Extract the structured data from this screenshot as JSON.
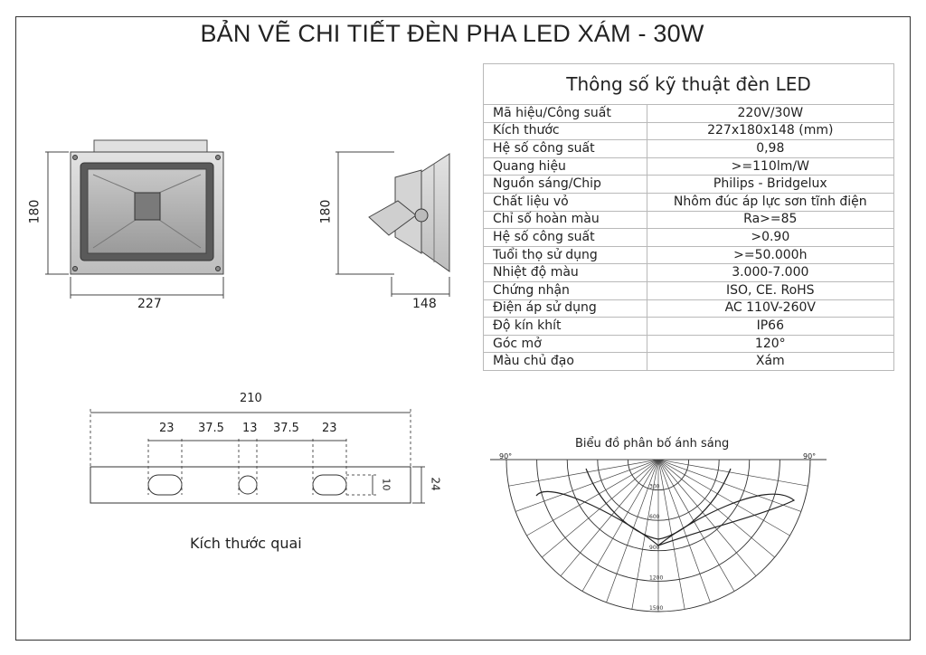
{
  "title": "BẢN VẼ CHI TIẾT ĐÈN PHA LED XÁM - 30W",
  "spec_table": {
    "heading": "Thông số kỹ thuật đèn LED",
    "rows": [
      {
        "label": "Mã hiệu/Công suất",
        "value": "220V/30W"
      },
      {
        "label": "Kích thước",
        "value": "227x180x148 (mm)"
      },
      {
        "label": "Hệ số công suất",
        "value": "0,98"
      },
      {
        "label": "Quang hiệu",
        "value": ">=110lm/W"
      },
      {
        "label": "Nguồn sáng/Chip",
        "value": "Philips - Bridgelux"
      },
      {
        "label": "Chất liệu vỏ",
        "value": "Nhôm đúc áp lực sơn tĩnh điện"
      },
      {
        "label": "Chỉ số hoàn màu",
        "value": "Ra>=85"
      },
      {
        "label": "Hệ số công suất",
        "value": ">0.90"
      },
      {
        "label": "Tuổi thọ sử dụng",
        "value": ">=50.000h"
      },
      {
        "label": "Nhiệt độ màu",
        "value": "3.000-7.000"
      },
      {
        "label": "Chứng nhận",
        "value": "ISO, CE. RoHS"
      },
      {
        "label": "Điện áp sử dụng",
        "value": "AC 110V-260V"
      },
      {
        "label": "Độ kín khít",
        "value": "IP66"
      },
      {
        "label": "Góc mở",
        "value": "120°"
      },
      {
        "label": "Màu chủ đạo",
        "value": "Xám"
      }
    ]
  },
  "front_view": {
    "width_label": "227",
    "height_label": "180"
  },
  "side_view": {
    "depth_label": "148",
    "height_label": "180"
  },
  "bracket": {
    "caption": "Kích thước quai",
    "total_length": "210",
    "segments": [
      "23",
      "37.5",
      "13",
      "37.5",
      "23"
    ],
    "slot_height": "10",
    "height": "24"
  },
  "polar_chart": {
    "caption": "Biểu đồ phân bố ánh sáng",
    "angle_left": "90°",
    "angle_right": "90°",
    "rings": [
      "300",
      "600",
      "900",
      "1200",
      "1500"
    ]
  },
  "colors": {
    "line": "#333333",
    "table_border": "#b9b9b9",
    "housing_dark": "#5a5a5a",
    "housing_light": "#d4d4d4"
  }
}
